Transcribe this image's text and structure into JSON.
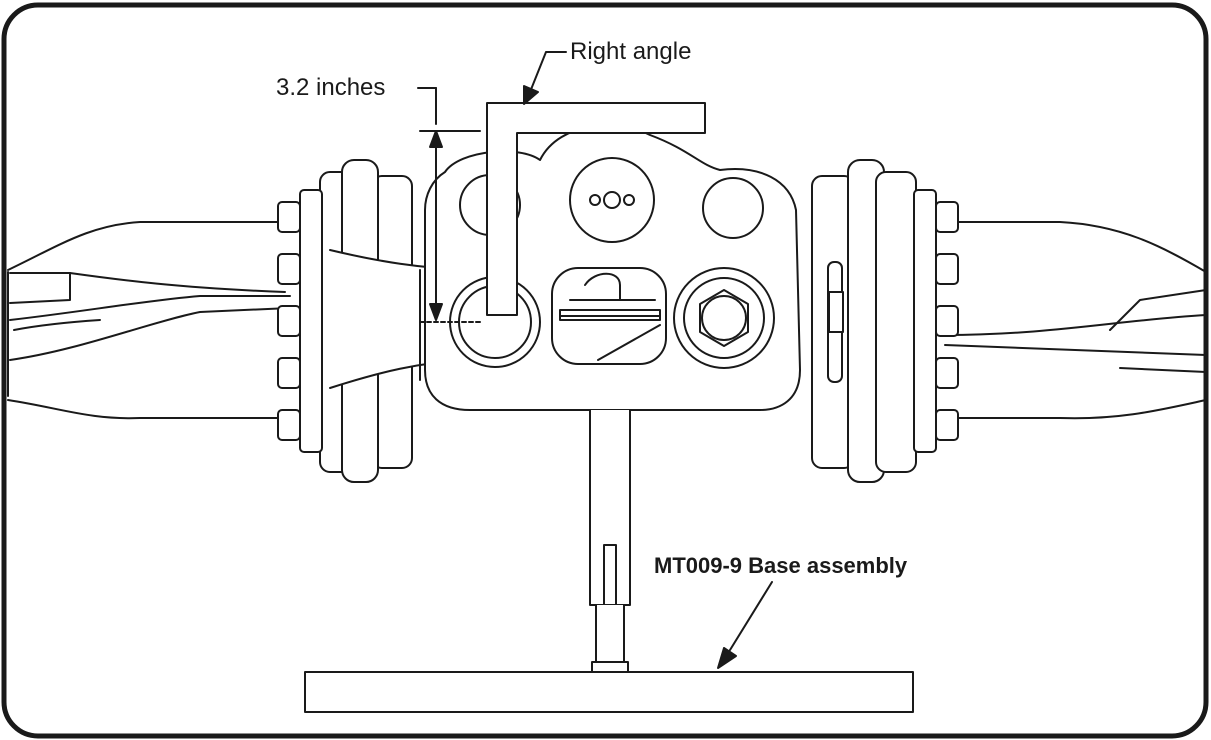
{
  "labels": {
    "right_angle": "Right angle",
    "dimension": "3.2 inches",
    "base_assembly": "MT009-9 Base assembly"
  },
  "colors": {
    "line": "#1a1a1a",
    "background": "#ffffff"
  }
}
